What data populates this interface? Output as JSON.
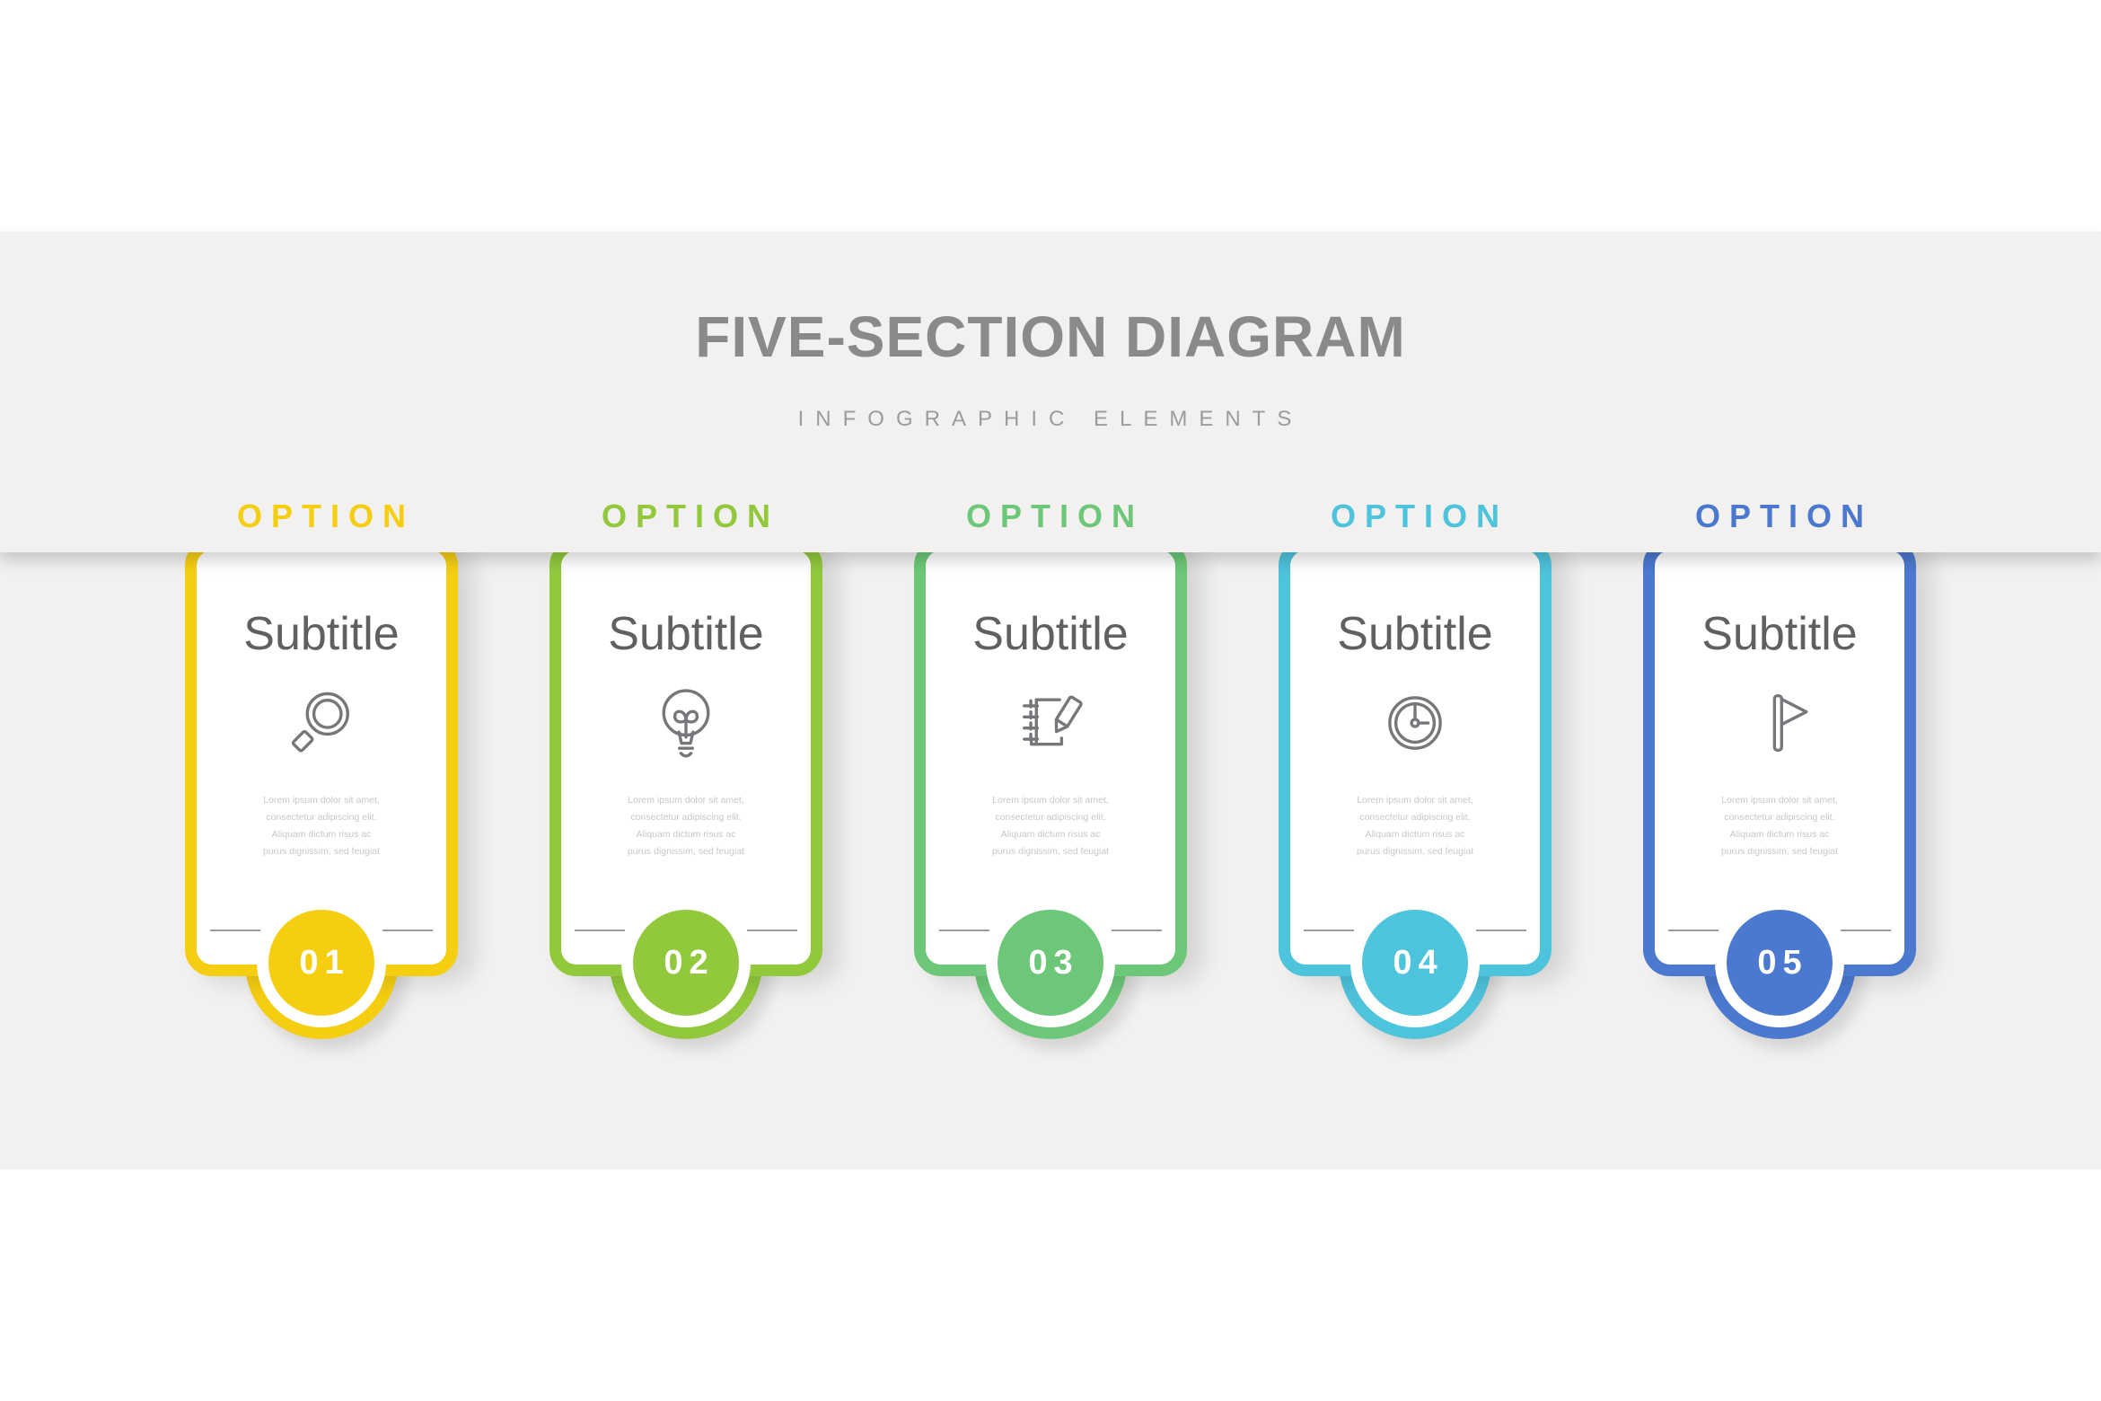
{
  "header": {
    "title": "FIVE-SECTION DIAGRAM",
    "subtitle": "INFOGRAPHIC ELEMENTS"
  },
  "palette": {
    "background": "#f2f1ef",
    "card_background": "#ffffff",
    "title_text": "#8a8a8a",
    "subtitle_text": "#9c9c9c",
    "card_subtitle_text": "#5f6062",
    "description_text": "#c8c8c8",
    "icon_stroke": "#76777a"
  },
  "cards": [
    {
      "option_label": "OPTION",
      "number": "01",
      "subtitle": "Subtitle",
      "icon": "search-icon",
      "color": "#f5ce12",
      "description": "Lorem ipsum dolor sit amet,\nconsectetur adipiscing elit.\nAliquam dictum risus ac\npurus dignissim, sed feugiat"
    },
    {
      "option_label": "OPTION",
      "number": "02",
      "subtitle": "Subtitle",
      "icon": "lightbulb-icon",
      "color": "#92c93c",
      "description": "Lorem ipsum dolor sit amet,\nconsectetur adipiscing elit.\nAliquam dictum risus ac\npurus dignissim, sed feugiat"
    },
    {
      "option_label": "OPTION",
      "number": "03",
      "subtitle": "Subtitle",
      "icon": "notebook-pencil-icon",
      "color": "#6cc878",
      "description": "Lorem ipsum dolor sit amet,\nconsectetur adipiscing elit.\nAliquam dictum risus ac\npurus dignissim, sed feugiat"
    },
    {
      "option_label": "OPTION",
      "number": "04",
      "subtitle": "Subtitle",
      "icon": "clock-icon",
      "color": "#4ec3dc",
      "description": "Lorem ipsum dolor sit amet,\nconsectetur adipiscing elit.\nAliquam dictum risus ac\npurus dignissim, sed feugiat"
    },
    {
      "option_label": "OPTION",
      "number": "05",
      "subtitle": "Subtitle",
      "icon": "flag-icon",
      "color": "#4b79d0",
      "description": "Lorem ipsum dolor sit amet,\nconsectetur adipiscing elit.\nAliquam dictum risus ac\npurus dignissim, sed feugiat"
    }
  ]
}
